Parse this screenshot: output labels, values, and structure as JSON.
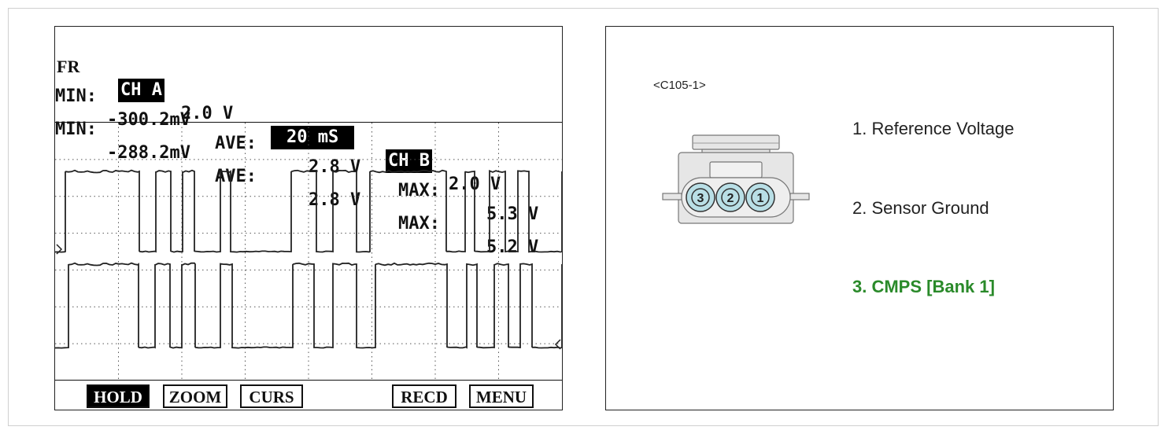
{
  "scope": {
    "header": {
      "fr": "FR",
      "ch_a": "CH A",
      "ch_a_scale": "2.0 V",
      "timebase": "20 mS",
      "ch_b": "CH B",
      "ch_b_scale": "2.0 V"
    },
    "stats": [
      {
        "min_label": "MIN:",
        "min": "-300.2mV",
        "ave_label": "AVE:",
        "ave": "2.8 V",
        "max_label": "MAX:",
        "max": "5.3 V"
      },
      {
        "min_label": "MIN:",
        "min": "-288.2mV",
        "ave_label": "AVE:",
        "ave": "2.8 V",
        "max_label": "MAX:",
        "max": "5.2 V"
      }
    ],
    "menu": {
      "hold": "HOLD",
      "zoom": "ZOOM",
      "curs": "CURS",
      "recd": "RECD",
      "menu": "MENU"
    },
    "active_button": "hold"
  },
  "connector": {
    "id": "<C105-1>",
    "pins": [
      "3",
      "2",
      "1"
    ],
    "pin_color": "#b9dfe6",
    "highlight_color": "#2a8a2a",
    "legend": [
      {
        "text": "1. Reference Voltage",
        "highlight": false
      },
      {
        "text": "2. Sensor Ground",
        "highlight": false
      },
      {
        "text": "3. CMPS [Bank 1]",
        "highlight": true
      }
    ]
  }
}
